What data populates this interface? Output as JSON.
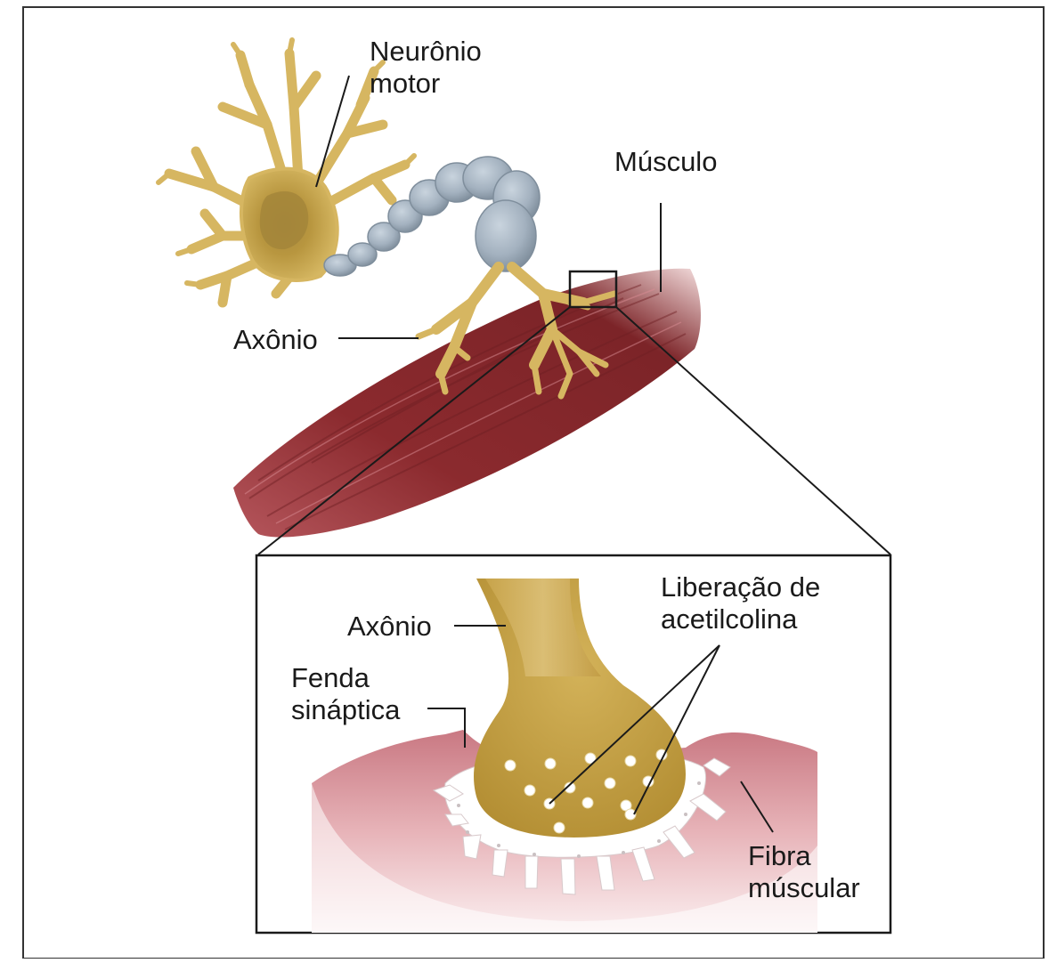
{
  "labels": {
    "motor_neuron": [
      "Neurônio",
      "motor"
    ],
    "muscle": "Músculo",
    "axon_top": "Axônio",
    "axon_inset": "Axônio",
    "acetylcholine_release": [
      "Liberação de",
      "acetilcolina"
    ],
    "synaptic_cleft": [
      "Fenda",
      "sináptica"
    ],
    "muscle_fiber": [
      "Fibra",
      "múscular"
    ]
  },
  "colors": {
    "neuron": "#d8b964",
    "neuron_shadow": "#b8953a",
    "nucleus": "#a8893e",
    "myelin": "#a9b7c4",
    "myelin_dark": "#7f8e9c",
    "muscle": "#8e2f32",
    "muscle_light": "#c9808a",
    "fiber_pink": "#d48c93",
    "cleft": "#ffffff",
    "frame": "#222222"
  }
}
